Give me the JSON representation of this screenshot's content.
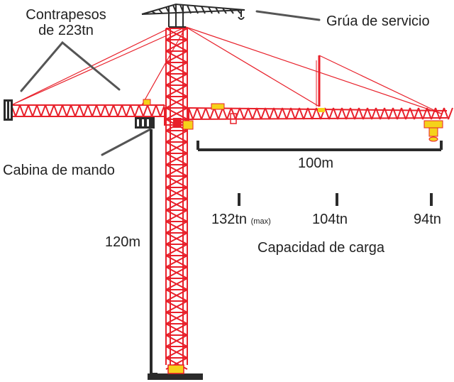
{
  "labels": {
    "counterweight_line1": "Contrapesos",
    "counterweight_line2": "de 223tn",
    "service_crane": "Grúa de servicio",
    "control_cabin": "Cabina de mando",
    "height": "120m",
    "jib_length": "100m",
    "capacity_title": "Capacidad de carga"
  },
  "capacities": [
    {
      "value": "132tn",
      "note": "(max)"
    },
    {
      "value": "104tn",
      "note": ""
    },
    {
      "value": "94tn",
      "note": ""
    }
  ],
  "colors": {
    "structure": "#e8202a",
    "accent": "#f5d21a",
    "ink": "#2b2b2b",
    "text": "#222222",
    "background": "#ffffff"
  }
}
